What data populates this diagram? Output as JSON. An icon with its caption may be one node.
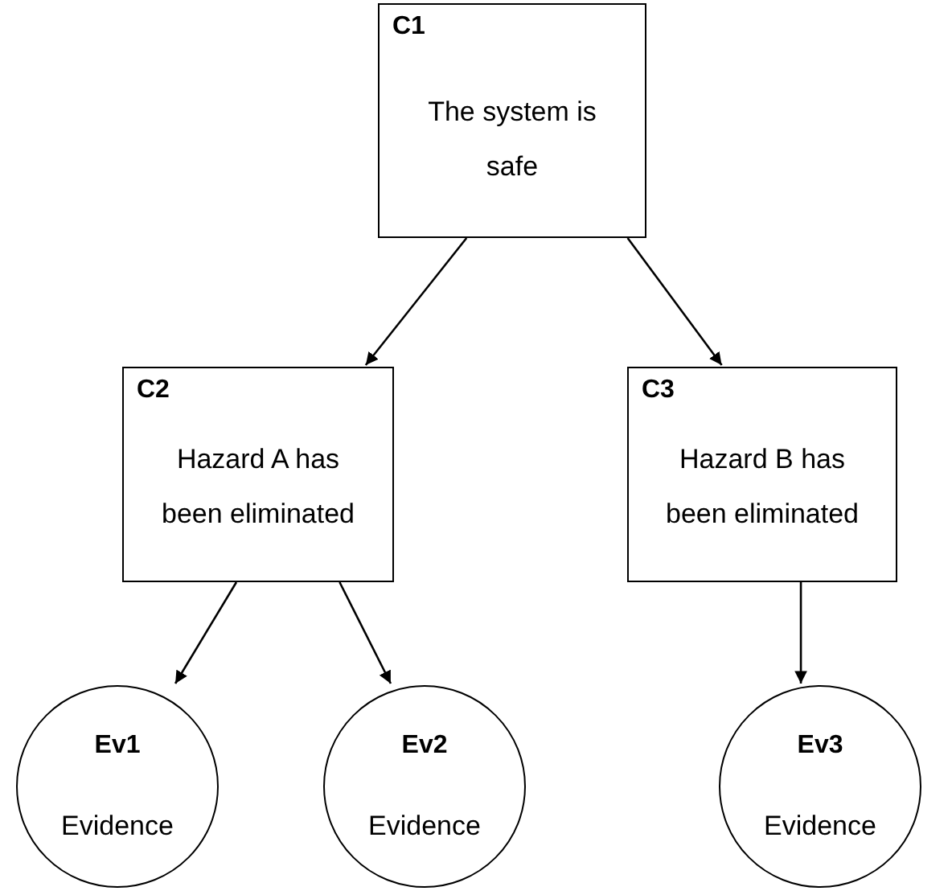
{
  "diagram": {
    "nodes": [
      {
        "text": [
          "C1",
          "The system is safe"
        ]
      },
      {
        "text": [
          "C2",
          "Hazard A has been eliminated"
        ]
      },
      {
        "text": [
          "C3",
          "Hazard B has been eliminated"
        ]
      },
      {
        "text": [
          "Ev1",
          "Evidence"
        ]
      },
      {
        "text": [
          "Ev2",
          "Evidence"
        ]
      },
      {
        "text": [
          "Ev3",
          "Evidence"
        ]
      }
    ],
    "edges": [
      {
        "from": 0,
        "to": 1,
        "arrow": "to"
      },
      {
        "from": 0,
        "to": 2,
        "arrow": "to"
      },
      {
        "from": 1,
        "to": 3,
        "arrow": "to"
      },
      {
        "from": 1,
        "to": 4,
        "arrow": "to"
      },
      {
        "from": 2,
        "to": 5,
        "arrow": "to"
      }
    ]
  }
}
